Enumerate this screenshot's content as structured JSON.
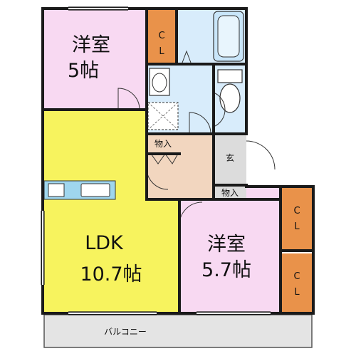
{
  "rooms": {
    "western1": {
      "name": "洋室",
      "size": "5帖"
    },
    "ldk": {
      "name": "LDK",
      "size": "10.7帖"
    },
    "western2": {
      "name": "洋室",
      "size": "5.7帖"
    }
  },
  "closet": "CL",
  "storage": "物入",
  "entrance": "玄",
  "balcony": "バルコニー",
  "colors": {
    "western": "#f8d9f2",
    "ldk": "#f7f35e",
    "closet": "#e9924a",
    "wet": "#d8ecfb",
    "hall": "#f2d6bf",
    "entrance": "#dcdcdc",
    "balcony": "#e4e4e4",
    "kitchen": "#9fd6ee",
    "wall": "#1a1a1a"
  }
}
